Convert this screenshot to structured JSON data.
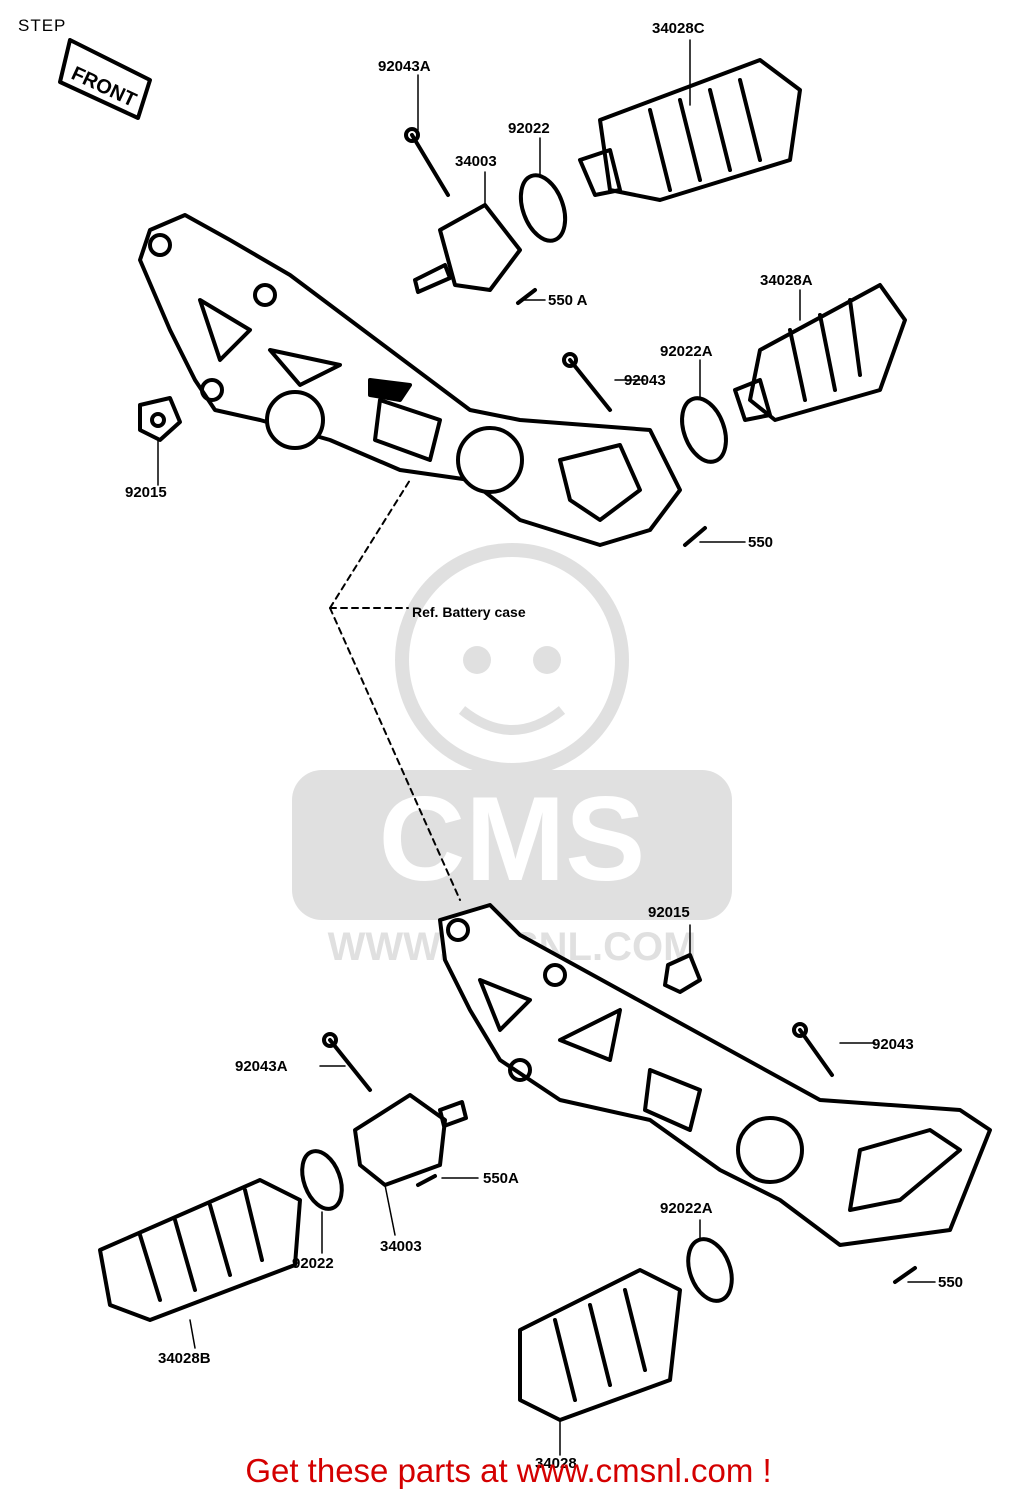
{
  "title": "STEP",
  "front_marker": "FRONT",
  "reference_note": "Ref. Battery case",
  "watermark": {
    "brand": "CMS",
    "url": "WWW.CMSNL.COM"
  },
  "parts_top": [
    "92043A",
    "34028C",
    "92022",
    "34003",
    "550 A",
    "34028A",
    "92022A",
    "92043",
    "92015",
    "550"
  ],
  "parts_bottom": [
    "92015",
    "92043",
    "92043A",
    "550A",
    "34003",
    "92022",
    "92022A",
    "550",
    "34028B",
    "34028"
  ],
  "footer_link": "Get these parts at www.cmsnl.com !",
  "colors": {
    "ink": "#000000",
    "link": "#d40000",
    "watermark": "#8a8a8a"
  }
}
